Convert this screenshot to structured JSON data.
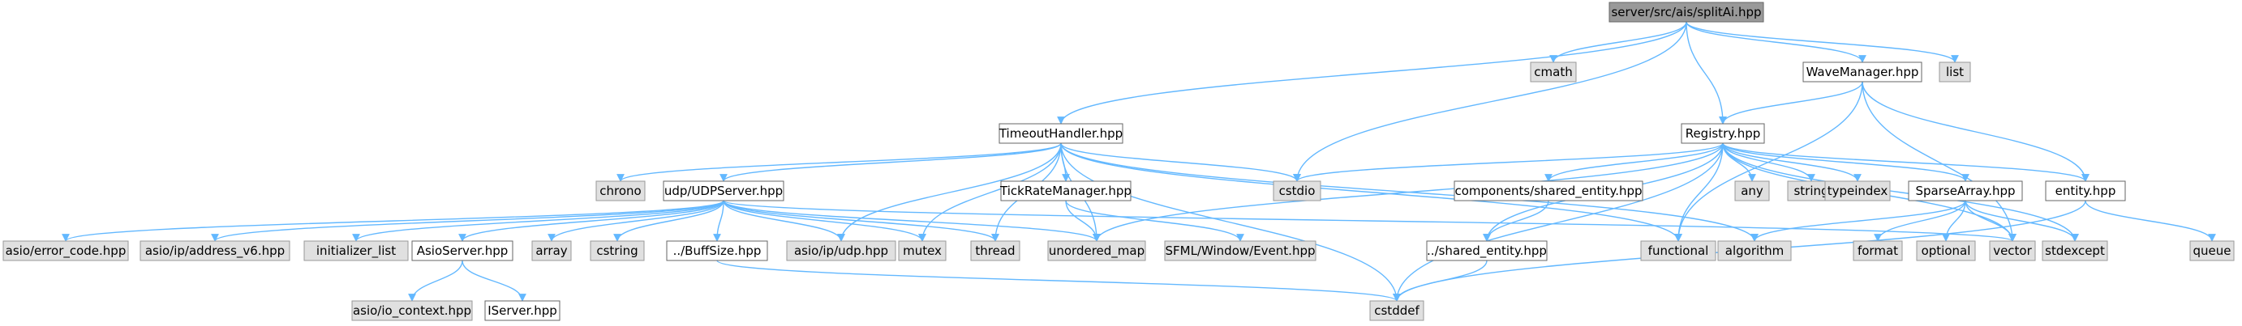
{
  "colors": {
    "edge": "#63b8ff",
    "root_fill": "#999999",
    "root_stroke": "#666666",
    "local_fill": "#ffffff",
    "local_stroke": "#666666",
    "system_fill": "#e0e0e0",
    "system_stroke": "#999999",
    "text": "#000000"
  },
  "nodes": [
    {
      "id": "split",
      "label": "server/src/ais/splitAi.hpp",
      "kind": "root"
    },
    {
      "id": "cmath",
      "label": "cmath",
      "kind": "system"
    },
    {
      "id": "list",
      "label": "list",
      "kind": "system"
    },
    {
      "id": "wave",
      "label": "WaveManager.hpp",
      "kind": "local"
    },
    {
      "id": "timeout",
      "label": "TimeoutHandler.hpp",
      "kind": "local"
    },
    {
      "id": "registry",
      "label": "Registry.hpp",
      "kind": "local"
    },
    {
      "id": "chrono",
      "label": "chrono",
      "kind": "system"
    },
    {
      "id": "udpserver",
      "label": "udp/UDPServer.hpp",
      "kind": "local"
    },
    {
      "id": "tickrate",
      "label": "TickRateManager.hpp",
      "kind": "local"
    },
    {
      "id": "cstdio",
      "label": "cstdio",
      "kind": "system"
    },
    {
      "id": "sharedcomp",
      "label": "components/shared_entity.hpp",
      "kind": "local"
    },
    {
      "id": "any",
      "label": "any",
      "kind": "system"
    },
    {
      "id": "string",
      "label": "string",
      "kind": "system"
    },
    {
      "id": "typeindex",
      "label": "typeindex",
      "kind": "system"
    },
    {
      "id": "sparse",
      "label": "SparseArray.hpp",
      "kind": "local"
    },
    {
      "id": "entity",
      "label": "entity.hpp",
      "kind": "local"
    },
    {
      "id": "errorcode",
      "label": "asio/error_code.hpp",
      "kind": "system"
    },
    {
      "id": "addrv6",
      "label": "asio/ip/address_v6.hpp",
      "kind": "system"
    },
    {
      "id": "initlist",
      "label": "initializer_list",
      "kind": "system"
    },
    {
      "id": "asioserver",
      "label": "AsioServer.hpp",
      "kind": "local"
    },
    {
      "id": "array",
      "label": "array",
      "kind": "system"
    },
    {
      "id": "cstring",
      "label": "cstring",
      "kind": "system"
    },
    {
      "id": "buffsize",
      "label": "../BuffSize.hpp",
      "kind": "local"
    },
    {
      "id": "udphpp",
      "label": "asio/ip/udp.hpp",
      "kind": "system"
    },
    {
      "id": "mutex",
      "label": "mutex",
      "kind": "system"
    },
    {
      "id": "thread",
      "label": "thread",
      "kind": "system"
    },
    {
      "id": "umap",
      "label": "unordered_map",
      "kind": "system"
    },
    {
      "id": "sfml",
      "label": "SFML/Window/Event.hpp",
      "kind": "system"
    },
    {
      "id": "sharedent",
      "label": "../shared_entity.hpp",
      "kind": "local"
    },
    {
      "id": "functional",
      "label": "functional",
      "kind": "system"
    },
    {
      "id": "algorithm",
      "label": "algorithm",
      "kind": "system"
    },
    {
      "id": "format",
      "label": "format",
      "kind": "system"
    },
    {
      "id": "optional",
      "label": "optional",
      "kind": "system"
    },
    {
      "id": "vector",
      "label": "vector",
      "kind": "system"
    },
    {
      "id": "stdexcept",
      "label": "stdexcept",
      "kind": "system"
    },
    {
      "id": "queue",
      "label": "queue",
      "kind": "system"
    },
    {
      "id": "iocontext",
      "label": "asio/io_context.hpp",
      "kind": "system"
    },
    {
      "id": "iserver",
      "label": "IServer.hpp",
      "kind": "local"
    },
    {
      "id": "cstddef",
      "label": "cstddef",
      "kind": "system"
    }
  ],
  "edges": [
    [
      "split",
      "cmath"
    ],
    [
      "split",
      "list"
    ],
    [
      "split",
      "wave"
    ],
    [
      "split",
      "timeout"
    ],
    [
      "split",
      "registry"
    ],
    [
      "split",
      "cstdio"
    ],
    [
      "wave",
      "registry"
    ],
    [
      "wave",
      "entity"
    ],
    [
      "wave",
      "vector"
    ],
    [
      "wave",
      "functional"
    ],
    [
      "timeout",
      "chrono"
    ],
    [
      "timeout",
      "udpserver"
    ],
    [
      "timeout",
      "tickrate"
    ],
    [
      "timeout",
      "cstdio"
    ],
    [
      "timeout",
      "mutex"
    ],
    [
      "timeout",
      "thread"
    ],
    [
      "timeout",
      "udphpp"
    ],
    [
      "timeout",
      "cstddef"
    ],
    [
      "timeout",
      "functional"
    ],
    [
      "timeout",
      "algorithm"
    ],
    [
      "timeout",
      "umap"
    ],
    [
      "registry",
      "cstdio"
    ],
    [
      "registry",
      "sharedcomp"
    ],
    [
      "registry",
      "any"
    ],
    [
      "registry",
      "string"
    ],
    [
      "registry",
      "typeindex"
    ],
    [
      "registry",
      "sparse"
    ],
    [
      "registry",
      "entity"
    ],
    [
      "registry",
      "umap"
    ],
    [
      "registry",
      "sharedent"
    ],
    [
      "registry",
      "functional"
    ],
    [
      "registry",
      "cstddef"
    ],
    [
      "registry",
      "stdexcept"
    ],
    [
      "registry",
      "vector"
    ],
    [
      "udpserver",
      "errorcode"
    ],
    [
      "udpserver",
      "addrv6"
    ],
    [
      "udpserver",
      "initlist"
    ],
    [
      "udpserver",
      "asioserver"
    ],
    [
      "udpserver",
      "array"
    ],
    [
      "udpserver",
      "cstring"
    ],
    [
      "udpserver",
      "buffsize"
    ],
    [
      "udpserver",
      "udphpp"
    ],
    [
      "udpserver",
      "mutex"
    ],
    [
      "udpserver",
      "thread"
    ],
    [
      "udpserver",
      "umap"
    ],
    [
      "udpserver",
      "vector"
    ],
    [
      "tickrate",
      "umap"
    ],
    [
      "tickrate",
      "sfml"
    ],
    [
      "sharedcomp",
      "sharedent"
    ],
    [
      "sparse",
      "algorithm"
    ],
    [
      "sparse",
      "format"
    ],
    [
      "sparse",
      "optional"
    ],
    [
      "sparse",
      "vector"
    ],
    [
      "sparse",
      "stdexcept"
    ],
    [
      "entity",
      "queue"
    ],
    [
      "entity",
      "cstddef"
    ],
    [
      "asioserver",
      "iocontext"
    ],
    [
      "asioserver",
      "iserver"
    ],
    [
      "buffsize",
      "cstddef"
    ],
    [
      "sharedent",
      "cstddef"
    ]
  ]
}
